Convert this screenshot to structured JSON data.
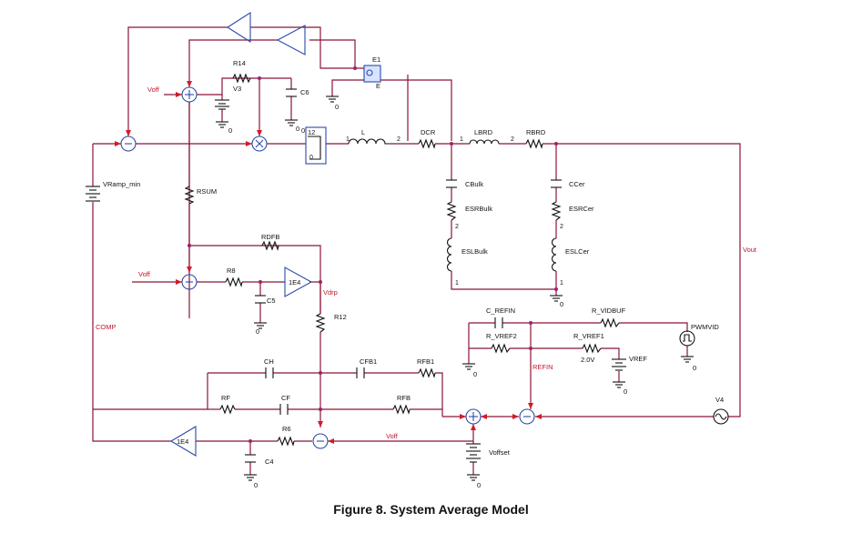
{
  "caption": "Figure 8. System Average Model",
  "labels": {
    "voff_top": "Voff",
    "r14": "R14",
    "v3": "V3",
    "c6": "C6",
    "e1": "E1",
    "e1_e": "E",
    "zero_e1": "0",
    "zero_v3": "0",
    "zero_c6": "0",
    "zero_12": "0",
    "twelve": "12",
    "sw_pin0": "0",
    "l": "L",
    "l_pin1": "1",
    "l_pin2": "2",
    "dcr": "DCR",
    "lbrd": "LBRD",
    "lbrd_pin1": "1",
    "lbrd_pin2": "2",
    "rbrd": "RBRD",
    "vramp": "VRamp_min",
    "rsum": "RSUM",
    "cbulk": "CBulk",
    "esrbulk": "ESRBulk",
    "eslbulk": "ESLBulk",
    "bulk_pin2": "2",
    "bulk_pin1": "1",
    "ccer": "CCer",
    "esrcer": "ESRCer",
    "eslcer": "ESLCer",
    "cer_pin2": "2",
    "cer_pin1": "1",
    "zero_cer": "0",
    "vout": "Vout",
    "rdfb": "RDFB",
    "voff_mid": "Voff",
    "r8": "R8",
    "c5": "C5",
    "gain_1e4_mid": "1E4",
    "vdrp": "Vdrp",
    "r12": "R12",
    "comp": "COMP",
    "c_refin": "C_REFIN",
    "r_vidbuf": "R_VIDBUF",
    "r_vref2": "R_VREF2",
    "r_vref1": "R_VREF1",
    "pwmvid": "PWMVID",
    "refin": "REFIN",
    "v2": "2.0V",
    "vref": "VREF",
    "zero_refin": "0",
    "zero_vref": "0",
    "zero_pwm": "0",
    "ch": "CH",
    "cfb1": "CFB1",
    "rfb1": "RFB1",
    "rf": "RF",
    "cf": "CF",
    "rfb": "RFB",
    "v4": "V4",
    "gain_1e4_bot": "1E4",
    "r6": "R6",
    "voff_bot": "Voff",
    "c4": "C4",
    "zero_c4": "0",
    "voffset": "Voffset",
    "zero_voffset": "0",
    "zero_c5": "0"
  }
}
